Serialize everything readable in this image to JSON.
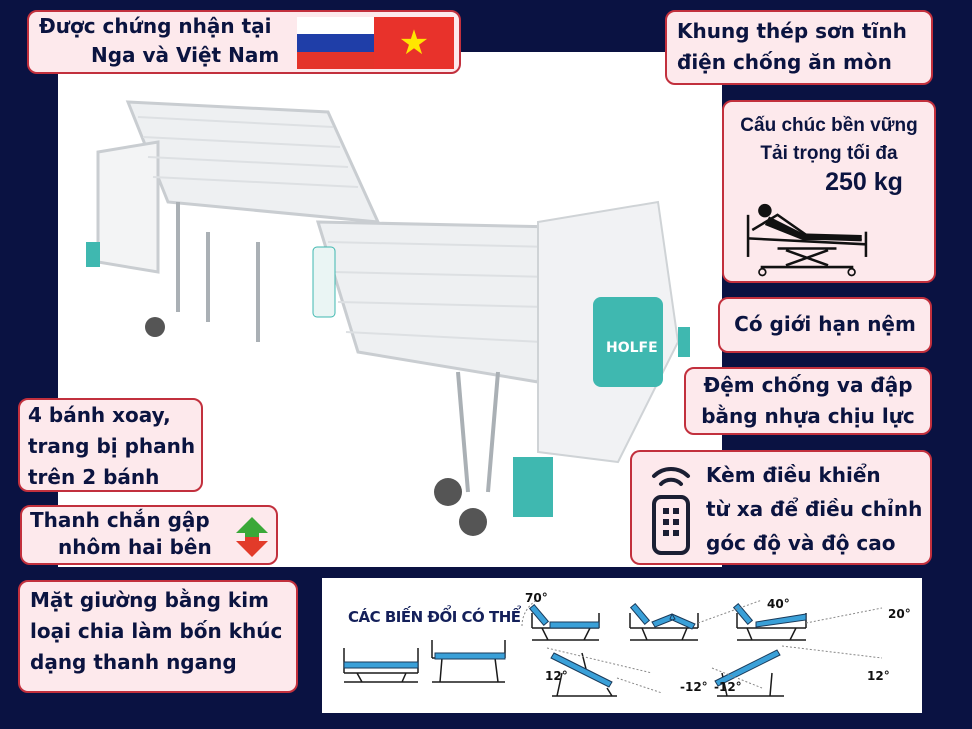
{
  "certification": {
    "line1": "Được chứng nhận tại",
    "line2": "Nga và Việt Nam"
  },
  "frame": {
    "line1": "Khung thép sơn tĩnh",
    "line2": "điện chống ăn mòn"
  },
  "load": {
    "line1": "Cấu chúc bền vững",
    "line2": "Tải trọng tối đa",
    "value": "250 kg"
  },
  "mattress_limit": {
    "line1": "Có giới hạn nệm"
  },
  "bumper": {
    "line1": "Đệm chống va đập",
    "line2": "bằng nhựa chịu lực"
  },
  "remote": {
    "line1": "Kèm điều khiển",
    "line2": "từ xa để điều chỉnh",
    "line3": "góc độ và độ cao"
  },
  "wheels": {
    "line1": "4 bánh xoay,",
    "line2": "trang bị phanh",
    "line3": "trên 2 bánh"
  },
  "rails": {
    "line1": "Thanh chắn gập",
    "line2": "nhôm hai bên"
  },
  "surface": {
    "line1": "Mặt giường bằng kim",
    "line2": "loại chia làm bốn khúc",
    "line3": "dạng thanh ngang"
  },
  "diagram": {
    "title": "CÁC BIẾN ĐỔI CÓ THỂ",
    "angles": [
      "70°",
      "40°",
      "20°",
      "12°",
      "-12°",
      "-12°",
      "12°"
    ]
  },
  "brand": "HOLFE",
  "colors": {
    "background": "#0a1242",
    "label_bg": "#fde9ec",
    "label_border": "#c2303d",
    "accent": "#3fb8b0",
    "diagram_blue": "#3aa0d8"
  }
}
